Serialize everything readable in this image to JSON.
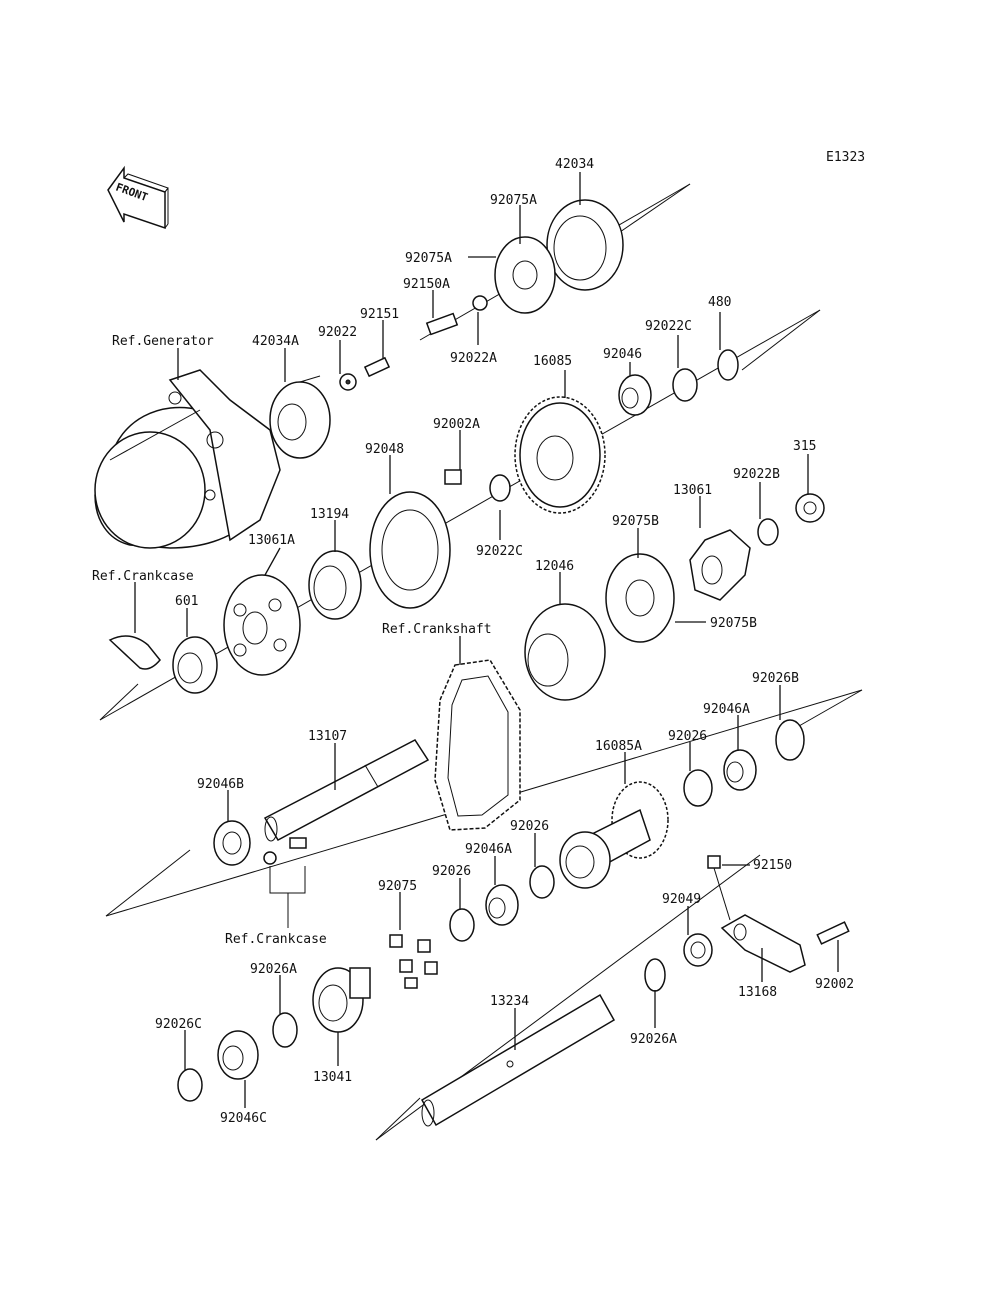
{
  "diagram_code": "E1323",
  "front_label": "FRONT",
  "labels": {
    "l_42034": "42034",
    "l_92075A_1": "92075A",
    "l_92075A_2": "92075A",
    "l_92150A": "92150A",
    "l_92022A": "92022A",
    "l_16085": "16085",
    "l_92046": "92046",
    "l_92022C_1": "92022C",
    "l_480": "480",
    "l_ref_generator": "Ref.Generator",
    "l_42034A": "42034A",
    "l_92022": "92022",
    "l_92151": "92151",
    "l_92002A": "92002A",
    "l_92048": "92048",
    "l_315": "315",
    "l_92022B": "92022B",
    "l_13061": "13061",
    "l_13194": "13194",
    "l_92022C_2": "92022C",
    "l_13061A": "13061A",
    "l_92075B_1": "92075B",
    "l_ref_crankcase_1": "Ref.Crankcase",
    "l_12046": "12046",
    "l_601": "601",
    "l_92075B_2": "92075B",
    "l_ref_crankshaft": "Ref.Crankshaft",
    "l_92026B": "92026B",
    "l_92046A_1": "92046A",
    "l_13107": "13107",
    "l_16085A": "16085A",
    "l_92026_1": "92026",
    "l_92046B": "92046B",
    "l_92026_2": "92026",
    "l_92046A_2": "92046A",
    "l_92150": "92150",
    "l_92026_3": "92026",
    "l_92075": "92075",
    "l_92049": "92049",
    "l_ref_crankcase_2": "Ref.Crankcase",
    "l_92026A_1": "92026A",
    "l_13168": "13168",
    "l_92002": "92002",
    "l_13234": "13234",
    "l_92026C": "92026C",
    "l_92026A_2": "92026A",
    "l_13041": "13041",
    "l_92046C": "92046C"
  }
}
